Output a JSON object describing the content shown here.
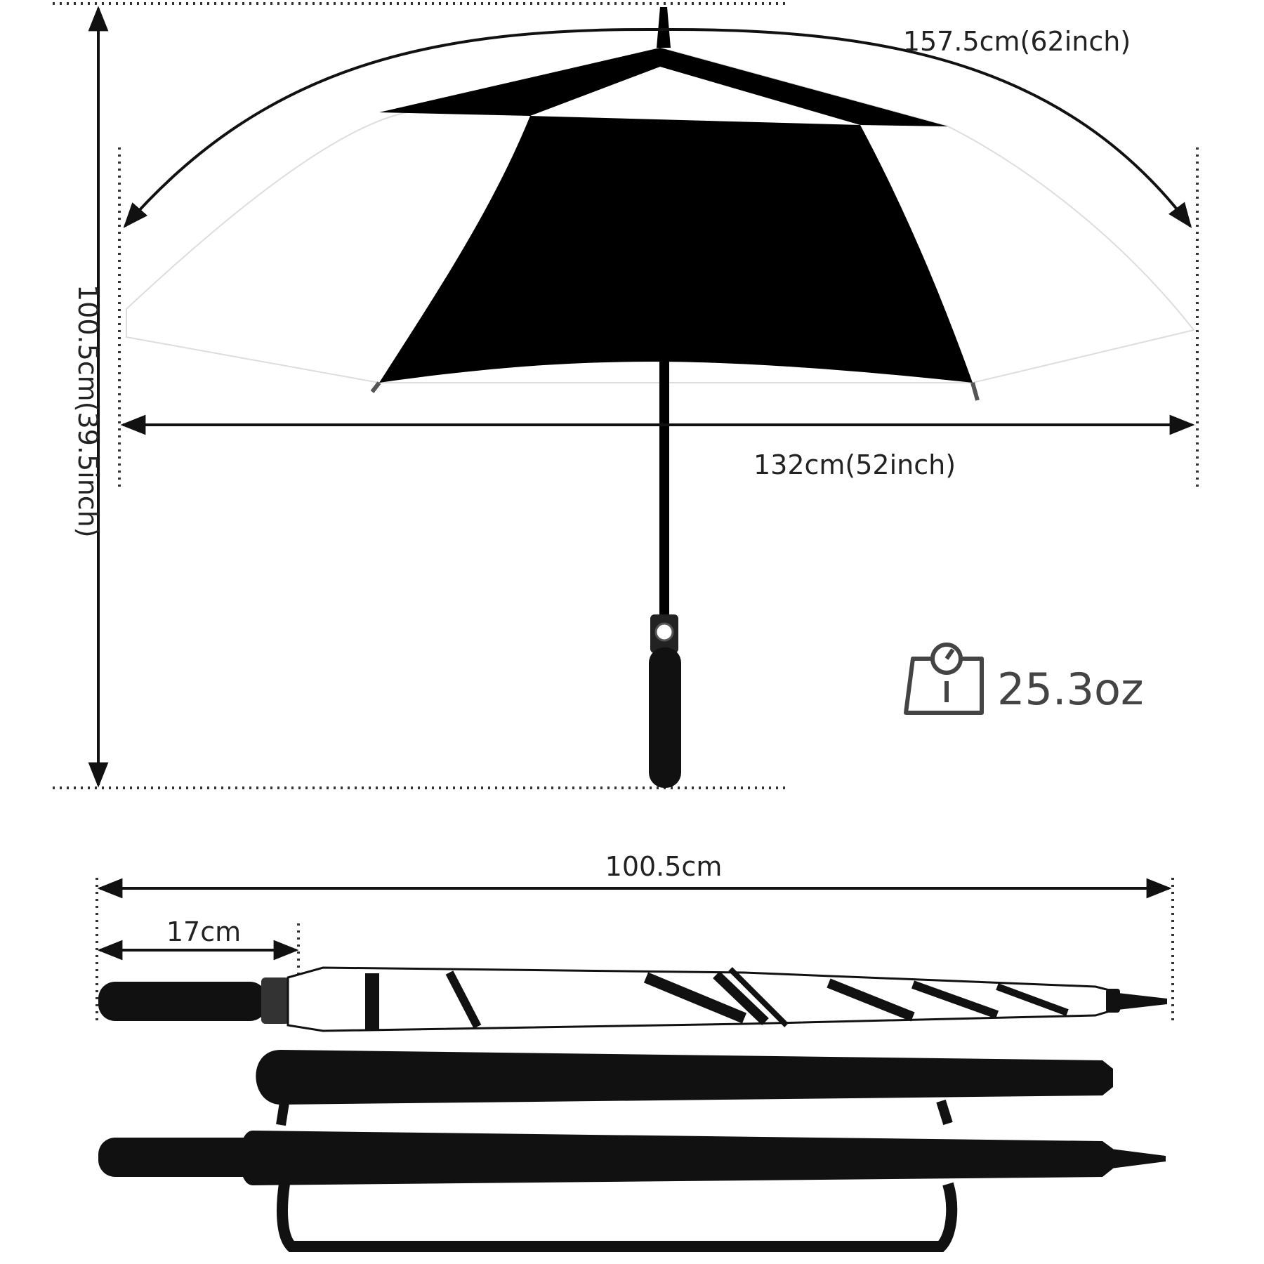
{
  "dimensions": {
    "arc_span": "157.5cm(62inch)",
    "open_width": "132cm(52inch)",
    "open_height": "100.5cm(39.5inch)",
    "closed_length": "100.5cm",
    "handle_length": "17cm"
  },
  "weight": {
    "value": "25.3oz",
    "icon": "scale-weight-icon"
  },
  "colors": {
    "canopy_dark": "#000000",
    "canopy_light": "#ffffff",
    "sleeve": "#111111",
    "weight_text": "#444444"
  }
}
